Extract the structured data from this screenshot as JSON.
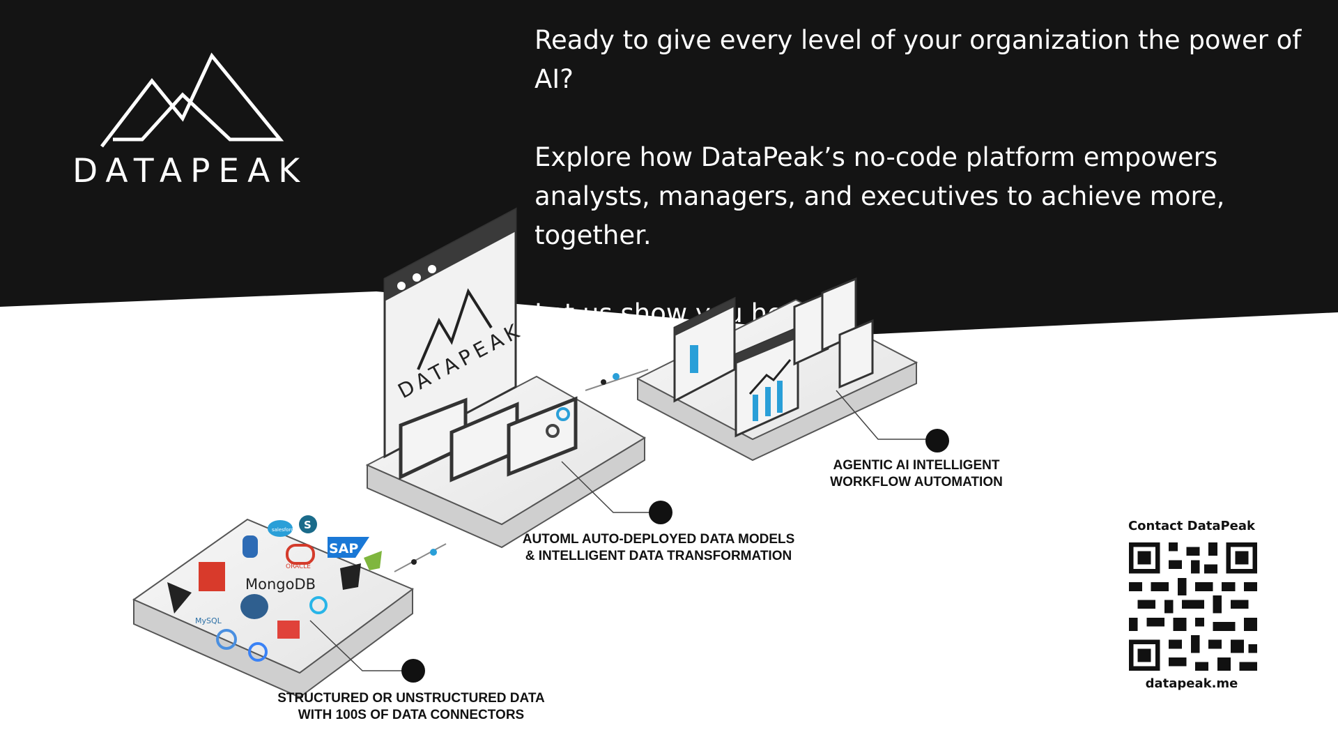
{
  "colors": {
    "background_dark": "#141414",
    "background_light": "#ffffff",
    "text_light": "#ffffff",
    "text_dark": "#111111",
    "accent_blue": "#2a9fd8"
  },
  "brand": {
    "name": "DATAPEAK",
    "icon": "mountain-peak-logo-icon"
  },
  "headline": {
    "line1": "Ready to give every level of your organization the power of AI?",
    "line2": "Explore how DataPeak’s no-code platform empowers analysts, managers, and executives to achieve more, together.",
    "line3": "Let us show you how."
  },
  "illustration": {
    "screen_logo_text": "DATAPEAK",
    "connector_logos": {
      "mongodb": "MongoDB",
      "sap": "SAP",
      "oracle": "ORACLE",
      "mysql": "MySQL",
      "salesforce": "salesforce",
      "sharepoint": "S"
    },
    "captions": {
      "data_line1": "STRUCTURED OR UNSTRUCTURED DATA",
      "data_line2": "WITH 100S OF DATA CONNECTORS",
      "automl_line1": "AUTOML AUTO-DEPLOYED DATA MODELS",
      "automl_line2": "& INTELLIGENT DATA TRANSFORMATION",
      "agentic_line1": "AGENTIC AI INTELLIGENT",
      "agentic_line2": "WORKFLOW AUTOMATION"
    }
  },
  "contact": {
    "label": "Contact DataPeak",
    "url": "datapeak.me",
    "qr_icon": "qr-code-icon"
  }
}
